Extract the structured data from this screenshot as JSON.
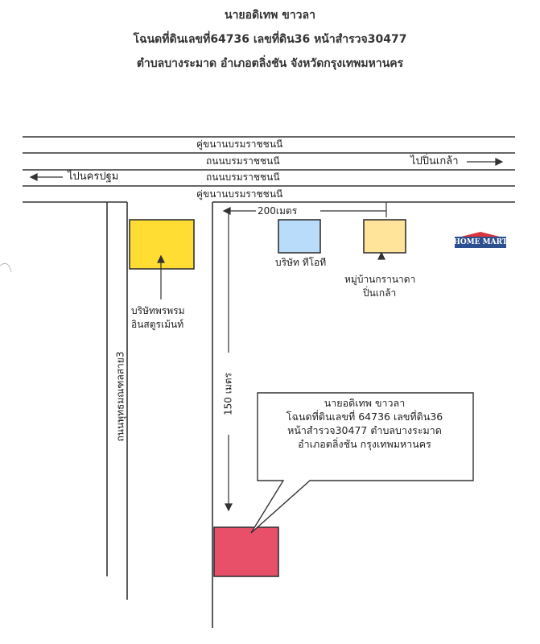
{
  "header": {
    "line1": "นายอดิเทพ ขาวลา",
    "line2": "โฉนดที่ดินเลขที่64736 เลขที่ดิน36 หน้าสำรวจ30477",
    "line3": "ตำบลบางระมาด อำเภอตลิ่งชัน จังหวัดกรุงเทพมหานคร"
  },
  "roads": {
    "frontage_top": "คู่ขนานบรมราชชนนี",
    "main_top": "ถนนบรมราชชนนี",
    "main_bottom": "ถนนบรมราชชนนี",
    "frontage_bottom": "คู่ขนานบรมราชชนนี",
    "side_road": "ถนนพุทธมณฑลสาย3",
    "to_pinklao": "ไปปิ่นเกล้า",
    "to_nakhonpathom": "ไปนครปฐม"
  },
  "landmarks": {
    "company_left_line1": "บริษัทพรพรม",
    "company_left_line2": "อินสตูรเม้นท์",
    "company_tot_line1": "บริษัท ทีโอที",
    "village_line1": "หมู่บ้านกรานาดา",
    "village_line2": "ปิ่นเกล้า",
    "store_logo": "HOME MART"
  },
  "distances": {
    "horizontal": "200เมตร",
    "vertical": "150 เมตร"
  },
  "callout": {
    "line1": "นายอดิเทพ ขาวลา",
    "line2": "โฉนดที่ดินเลขที่ 64736 เลขที่ดิน36",
    "line3": "หน้าสำรวจ30477 ตำบลบางระมาด",
    "line4": "อำเภอตลิ่งชัน กรุงเทพมหานคร"
  },
  "colors": {
    "company_left_fill": "#ffdd33",
    "company_tot_fill": "#b9dcfb",
    "village_fill": "#ffe49a",
    "target_fill": "#e8506a",
    "logo_fill": "#2b4f8f",
    "logo_roof": "#d9343a"
  }
}
